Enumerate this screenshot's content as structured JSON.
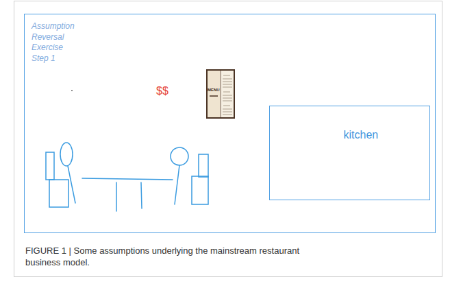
{
  "diagram": {
    "caption": "FIGURE 1 | Some assumptions underlying the mainstream restaurant business model.",
    "nodes": [
      {
        "text": [
          "Assumption Reversal Exercise Step 1"
        ]
      },
      {
        "text": [
          "kitchen"
        ],
        "in": 0
      }
    ],
    "labels": [
      "$$",
      "MENU"
    ]
  }
}
